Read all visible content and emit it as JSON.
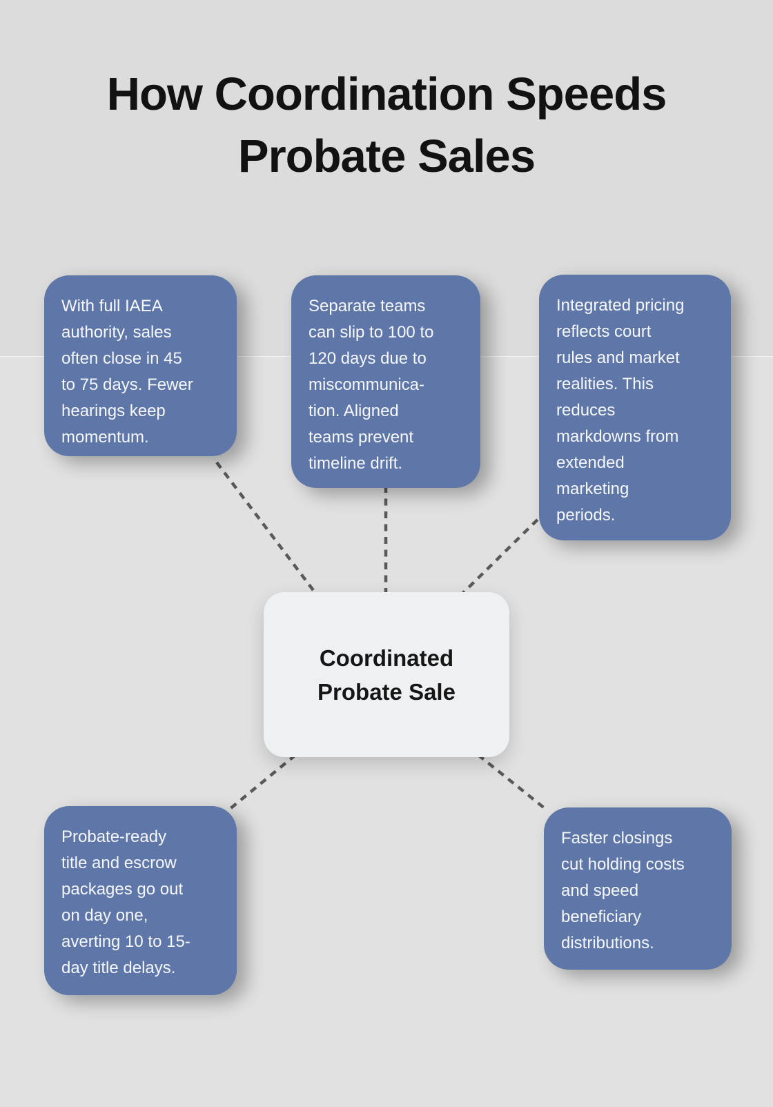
{
  "title": "How Coordination Speeds\nProbate Sales",
  "center": {
    "label": "Coordinated\nProbate Sale"
  },
  "nodes": [
    {
      "id": "iaea-authority",
      "text": "With full IAEA\nauthority, sales\noften close in 45\nto 75 days. Fewer\nhearings keep\nmomentum."
    },
    {
      "id": "aligned-teams",
      "text": "Separate teams\ncan slip to 100 to\n120 days due to\nmiscommunica-\ntion. Aligned\nteams prevent\ntimeline drift."
    },
    {
      "id": "integrated-pricing",
      "text": "Integrated pricing\nreflects court\nrules and market\nrealities. This\nreduces\nmarkdowns from\nextended\nmarketing\nperiods."
    },
    {
      "id": "probate-ready-title",
      "text": "Probate-ready\ntitle and escrow\npackages go out\non day one,\naverting 10 to 15-\nday title delays."
    },
    {
      "id": "faster-closings",
      "text": "Faster closings\ncut holding costs\nand speed\nbeneficiary\ndistributions."
    }
  ],
  "colors": {
    "accent_blue": "#5e77a8",
    "card_text": "#f5f7fa",
    "center_bg": "#eef0f2",
    "center_text": "#161616",
    "connector_gray": "#595959",
    "background_top": "#dbdcdb",
    "background_bottom": "#e0e1e0",
    "title_color": "#121212"
  }
}
